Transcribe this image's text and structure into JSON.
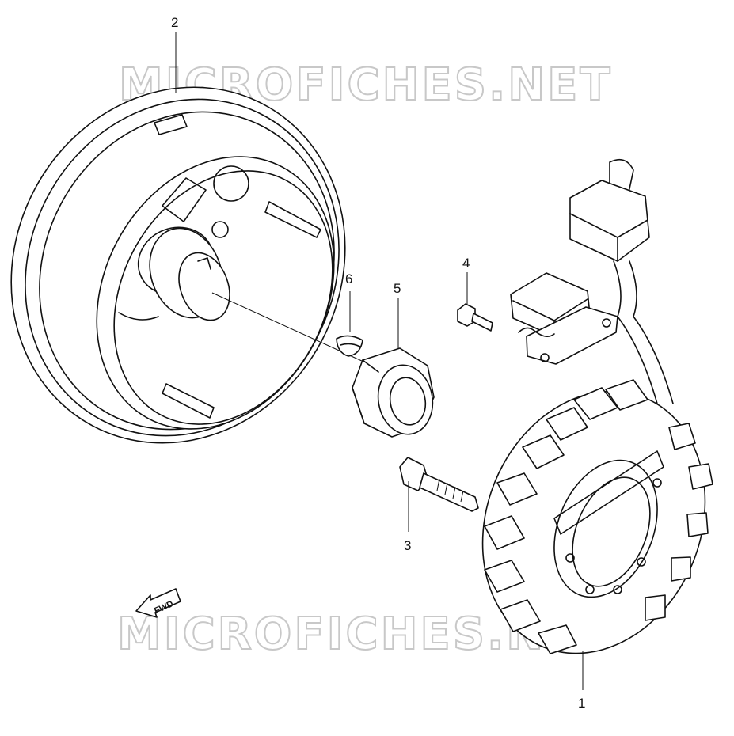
{
  "watermark": {
    "top": "MICROFICHES.NET",
    "bottom": "MICROFICHES.NET"
  },
  "fwd_label": "FWD",
  "callouts": {
    "p1": "1",
    "p2": "2",
    "p3": "3",
    "p4": "4",
    "p5": "5",
    "p6": "6"
  }
}
